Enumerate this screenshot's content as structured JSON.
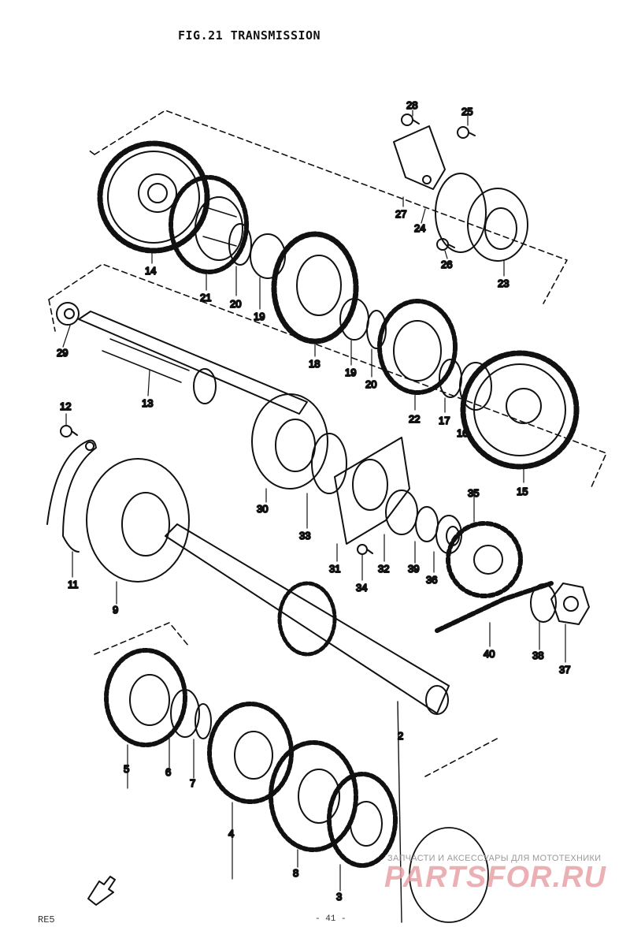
{
  "figure": {
    "title": "FIG.21  TRANSMISSION"
  },
  "parts": [
    {
      "id": "p1",
      "label": "2"
    },
    {
      "id": "p2",
      "label": "3"
    },
    {
      "id": "p3",
      "label": "4"
    },
    {
      "id": "p4",
      "label": "5"
    },
    {
      "id": "p5",
      "label": "6"
    },
    {
      "id": "p6",
      "label": "7"
    },
    {
      "id": "p7",
      "label": "8"
    },
    {
      "id": "p8",
      "label": "9"
    },
    {
      "id": "p9",
      "label": "11"
    },
    {
      "id": "p10",
      "label": "12"
    },
    {
      "id": "p11",
      "label": "13"
    },
    {
      "id": "p12",
      "label": "14"
    },
    {
      "id": "p13",
      "label": "15"
    },
    {
      "id": "p14",
      "label": "16"
    },
    {
      "id": "p15",
      "label": "17"
    },
    {
      "id": "p16",
      "label": "18"
    },
    {
      "id": "p17",
      "label": "19"
    },
    {
      "id": "p18",
      "label": "19"
    },
    {
      "id": "p19",
      "label": "20"
    },
    {
      "id": "p20",
      "label": "20"
    },
    {
      "id": "p21",
      "label": "21"
    },
    {
      "id": "p22",
      "label": "22"
    },
    {
      "id": "p23",
      "label": "23"
    },
    {
      "id": "p24",
      "label": "24"
    },
    {
      "id": "p25",
      "label": "25"
    },
    {
      "id": "p26",
      "label": "26"
    },
    {
      "id": "p27",
      "label": "27"
    },
    {
      "id": "p28",
      "label": "28"
    },
    {
      "id": "p29",
      "label": "29"
    },
    {
      "id": "p30",
      "label": "30"
    },
    {
      "id": "p31",
      "label": "31"
    },
    {
      "id": "p32",
      "label": "32"
    },
    {
      "id": "p33",
      "label": "33"
    },
    {
      "id": "p34",
      "label": "34"
    },
    {
      "id": "p35",
      "label": "35"
    },
    {
      "id": "p36",
      "label": "36"
    },
    {
      "id": "p37",
      "label": "37"
    },
    {
      "id": "p38",
      "label": "38"
    },
    {
      "id": "p39",
      "label": "39"
    },
    {
      "id": "p40",
      "label": "40"
    }
  ],
  "watermark": {
    "line1": "ЗАПЧАСТИ И АКСЕССУАРЫ ДЛЯ МОТОТЕХНИКИ",
    "line2": "PARTSFOR.RU"
  },
  "footer": {
    "code": "RE5",
    "page": "- 41 -"
  },
  "colors": {
    "ink": "#111111",
    "watermark": "#e8a3a8"
  }
}
